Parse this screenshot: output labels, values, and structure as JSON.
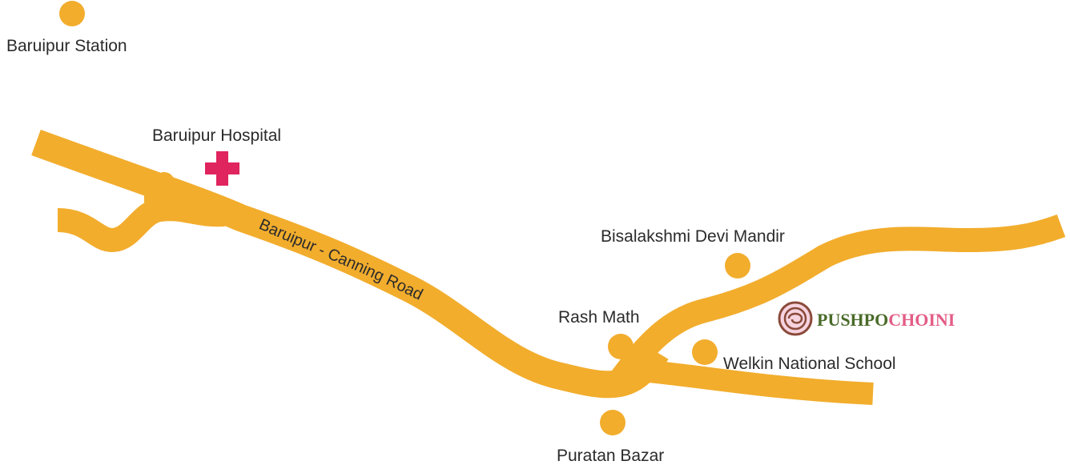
{
  "colors": {
    "road": "#f2ad2d",
    "road_edge": "#e29a1c",
    "marker": "#f2ad2d",
    "hospital": "#e0245e",
    "brand_green": "#4a6b2a",
    "brand_pink": "#e35d86",
    "label": "#2b2b2b"
  },
  "places": {
    "baruipur_station": "Baruipur Station",
    "baruipur_hospital": "Baruipur Hospital",
    "bisalakshmi": "Bisalakshmi Devi Mandir",
    "rash_math": "Rash Math",
    "welkin": "Welkin National School",
    "puratan_bazar": "Puratan Bazar"
  },
  "road": {
    "name": "Baruipur - Canning Road"
  },
  "brand": {
    "part1": "PUSHPO",
    "part2": "CHOINI",
    "logo_icon": "rose-logo-icon"
  },
  "icons": {
    "marker": "circle-marker-icon",
    "hospital": "red-cross-icon"
  }
}
